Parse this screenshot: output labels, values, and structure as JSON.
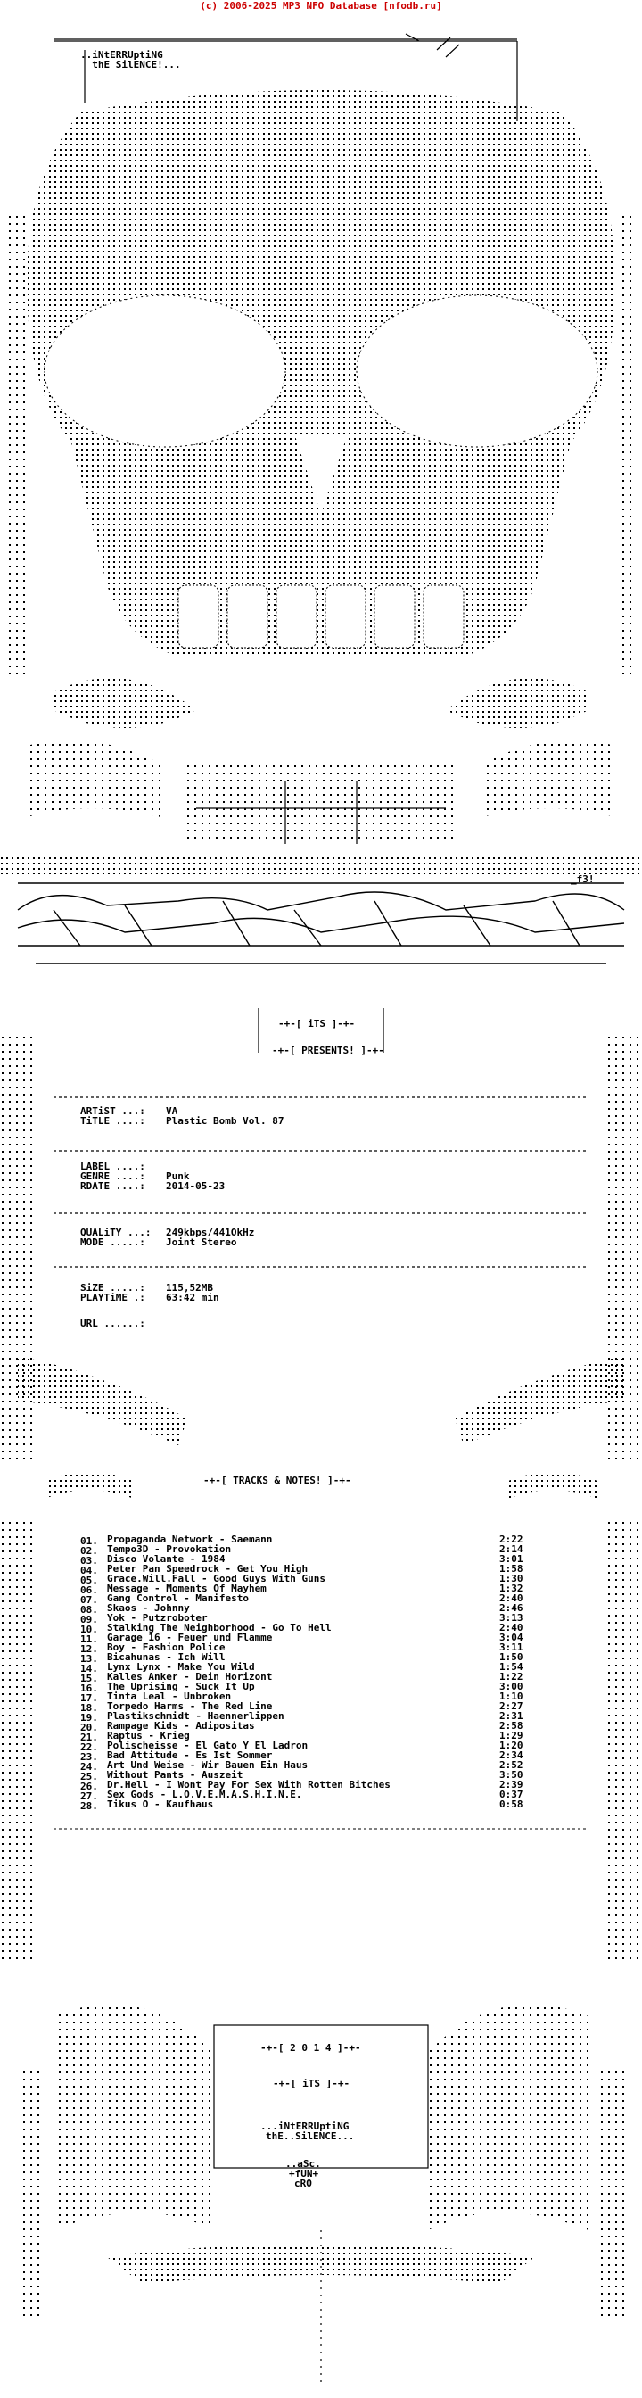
{
  "header": {
    "text": "(c) 2006-2025 MP3 NFO Database [nfodb.ru]",
    "color": "#cc0000"
  },
  "group": {
    "tagline": "..iNtERRUptiNG",
    "tagline2": "thE SilENCE!...",
    "tag_f3": "_f3!",
    "presents": "-+-[ PRESENTS! ]-+-",
    "its": "-+-[ iTS ]-+-"
  },
  "release": {
    "artist_label": "ARTiST ...:",
    "artist": "VA",
    "title_label": "TiTLE ....:",
    "title": "Plastic Bomb Vol. 87",
    "label_label": "LABEL ....:",
    "label": "",
    "genre_label": "GENRE ....:",
    "genre": "Punk",
    "rdate_label": "RDATE ....:",
    "rdate": "2014-05-23",
    "quality_label": "QUALiTY ...:",
    "quality": "249kbps/441OkHz",
    "mode_label": "MODE .....:",
    "mode": "Joint Stereo",
    "size_label": "SiZE .....:",
    "size": "115,52MB",
    "playtime_label": "PLAYTiME .:",
    "playtime": "63:42 min",
    "url_label": "URL ......:",
    "url": ""
  },
  "tracks_heading": "-+-[ TRACKS & NOTES! ]-+-",
  "tracks": [
    {
      "n": "01.",
      "title": "Propaganda Network - Saemann",
      "time": "2:22"
    },
    {
      "n": "02.",
      "title": "Tempo3D - Provokation",
      "time": "2:14"
    },
    {
      "n": "03.",
      "title": "Disco Volante - 1984",
      "time": "3:01"
    },
    {
      "n": "04.",
      "title": "Peter Pan Speedrock - Get You High",
      "time": "1:58"
    },
    {
      "n": "05.",
      "title": "Grace.Will.Fall - Good Guys With Guns",
      "time": "1:30"
    },
    {
      "n": "06.",
      "title": "Message - Moments Of Mayhem",
      "time": "1:32"
    },
    {
      "n": "07.",
      "title": "Gang Control - Manifesto",
      "time": "2:40"
    },
    {
      "n": "08.",
      "title": "Skaos - Johnny",
      "time": "2:46"
    },
    {
      "n": "09.",
      "title": "Yok - Putzroboter",
      "time": "3:13"
    },
    {
      "n": "10.",
      "title": "Stalking The Neighborhood - Go To Hell",
      "time": "2:40"
    },
    {
      "n": "11.",
      "title": "Garage 16 - Feuer und Flamme",
      "time": "3:04"
    },
    {
      "n": "12.",
      "title": "Boy - Fashion Police",
      "time": "3:11"
    },
    {
      "n": "13.",
      "title": "Bicahunas - Ich Will",
      "time": "1:50"
    },
    {
      "n": "14.",
      "title": "Lynx Lynx - Make You Wild",
      "time": "1:54"
    },
    {
      "n": "15.",
      "title": "Kalles Anker - Dein Horizont",
      "time": "1:22"
    },
    {
      "n": "16.",
      "title": "The Uprising - Suck It Up",
      "time": "3:00"
    },
    {
      "n": "17.",
      "title": "Tinta Leal - Unbroken",
      "time": "1:10"
    },
    {
      "n": "18.",
      "title": "Torpedo Harms - The Red Line",
      "time": "2:27"
    },
    {
      "n": "19.",
      "title": "Plastikschmidt - Haennerlippen",
      "time": "2:31"
    },
    {
      "n": "20.",
      "title": "Rampage Kids - Adipositas",
      "time": "2:58"
    },
    {
      "n": "21.",
      "title": "Raptus - Krieg",
      "time": "1:29"
    },
    {
      "n": "22.",
      "title": "Polischeisse - El Gato Y El Ladron",
      "time": "1:20"
    },
    {
      "n": "23.",
      "title": "Bad Attitude - Es Ist Sommer",
      "time": "2:34"
    },
    {
      "n": "24.",
      "title": "Art Und Weise - Wir Bauen Ein Haus",
      "time": "2:52"
    },
    {
      "n": "25.",
      "title": "Without Pants - Auszeit",
      "time": "3:50"
    },
    {
      "n": "26.",
      "title": "Dr.Hell - I Wont Pay For Sex With Rotten Bitches",
      "time": "2:39"
    },
    {
      "n": "27.",
      "title": "Sex Gods - L.O.V.E.M.A.S.H.I.N.E.",
      "time": "0:37"
    },
    {
      "n": "28.",
      "title": "Tikus O - Kaufhaus",
      "time": "0:58"
    }
  ],
  "footer": {
    "year": "-+-[ 2 0 1 4 ]-+-",
    "its": "-+-[ iTS ]-+-",
    "tagline": "...iNtERRUptiNG",
    "tagline2": "thE..SilENCE...",
    "credit1": "..aSc.",
    "credit2": "+fUN+",
    "credit3": "cRO"
  }
}
